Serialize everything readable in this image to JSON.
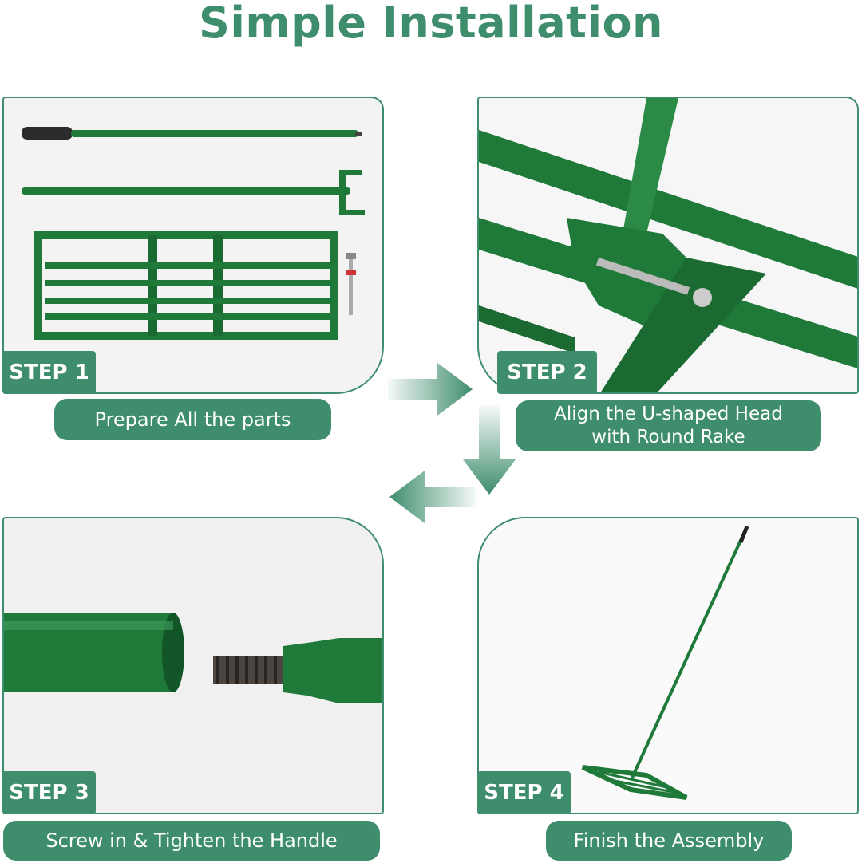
{
  "page": {
    "title": "Simple Installation",
    "accent_color": "#3e8d6d",
    "product_color": "#1f7a3a"
  },
  "steps": [
    {
      "tag": "STEP 1",
      "caption": "Prepare All the parts"
    },
    {
      "tag": "STEP 2",
      "caption": "Align the U-shaped Head\nwith Round Rake"
    },
    {
      "tag": "STEP 3",
      "caption": "Screw in & Tighten the Handle"
    },
    {
      "tag": "STEP 4",
      "caption": "Finish the Assembly"
    }
  ],
  "flow_arrows": [
    "arrow-right-icon",
    "arrow-down-icon",
    "arrow-left-icon"
  ]
}
